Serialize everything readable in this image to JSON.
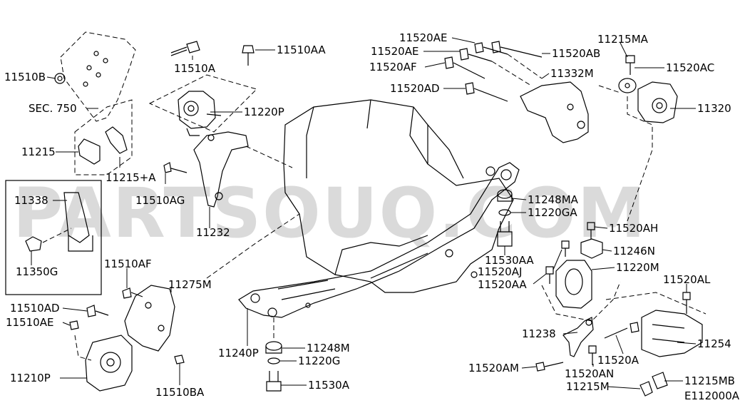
{
  "watermark": "PARTSOUQ.COM",
  "figure_code": "E112000A",
  "section_ref": "SEC. 750",
  "labels": {
    "p11510B": "11510B",
    "p11510A": "11510A",
    "p11510AA": "11510AA",
    "p11220P": "11220P",
    "p11215": "11215",
    "p11215A": "11215+A",
    "p11510AG": "11510AG",
    "p11232": "11232",
    "p11338": "11338",
    "p11350G": "11350G",
    "p11510AF": "11510AF",
    "p11275M": "11275M",
    "p11510AD": "11510AD",
    "p11510AE": "11510AE",
    "p11210P": "11210P",
    "p11510BA": "11510BA",
    "p11240P": "11240P",
    "p11248M": "11248M",
    "p11220G": "11220G",
    "p11530A": "11530A",
    "p11520AE_1": "11520AE",
    "p11520AE_2": "11520AE",
    "p11520AF": "11520AF",
    "p11520AD": "11520AD",
    "p11520AB": "11520AB",
    "p11332M": "11332M",
    "p11215MA": "11215MA",
    "p11520AC": "11520AC",
    "p11320": "11320",
    "p11248MA": "11248MA",
    "p11220GA": "11220GA",
    "p11530AA": "11530AA",
    "p11520AH": "11520AH",
    "p11246N": "11246N",
    "p11520AJ": "11520AJ",
    "p11220M": "11220M",
    "p11520AA": "11520AA",
    "p11520AL": "11520AL",
    "p11238": "11238",
    "p11254": "11254",
    "p11520A": "11520A",
    "p11520AM": "11520AM",
    "p11520AN": "11520AN",
    "p11215MB": "11215MB",
    "p11215M": "11215M"
  }
}
